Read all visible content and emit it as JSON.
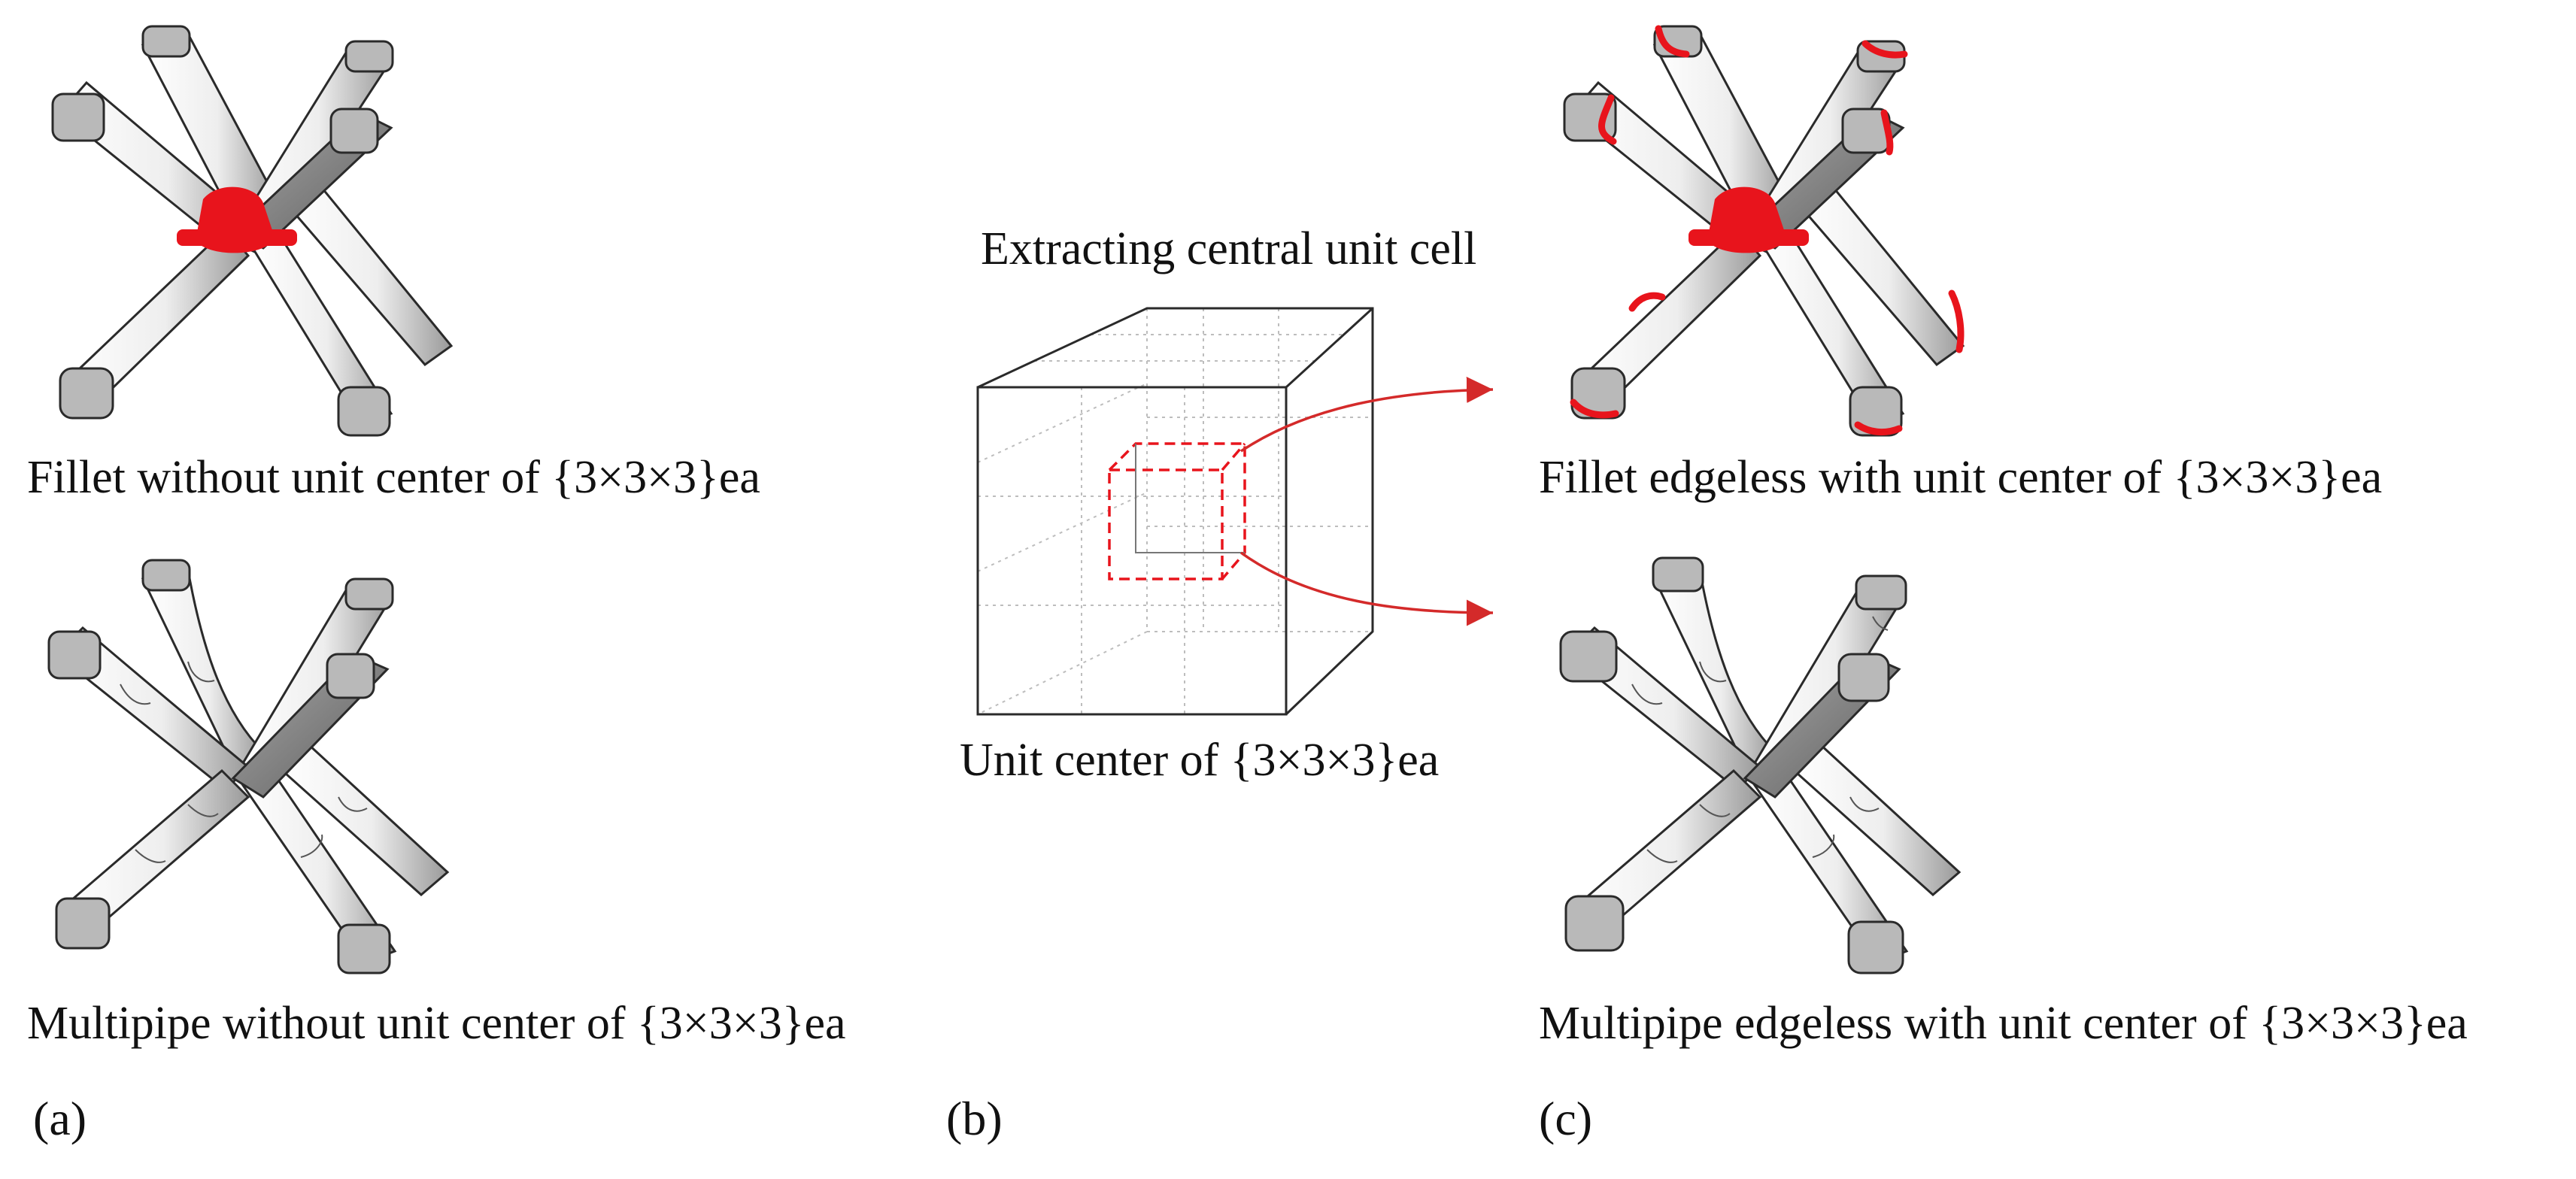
{
  "panels": {
    "a": {
      "letter": "(a)",
      "top_caption": "Fillet without unit center of {3×3×3}ea",
      "bottom_caption": "Multipipe without unit center of {3×3×3}ea"
    },
    "b": {
      "letter": "(b)",
      "title": "Extracting central unit cell",
      "caption": "Unit center of {3×3×3}ea"
    },
    "c": {
      "letter": "(c)",
      "top_caption": "Fillet edgeless with unit center of {3×3×3}ea",
      "bottom_caption": "Multipipe edgeless with unit center of {3×3×3}ea"
    }
  },
  "colors": {
    "highlight_red": "#e8141c",
    "strut_light": "#f4f4f4",
    "strut_shadow": "#8d8d8d",
    "end_cap": "#b9b9b9",
    "outline": "#2a2a2a",
    "arrow_red": "#d42a2a"
  }
}
